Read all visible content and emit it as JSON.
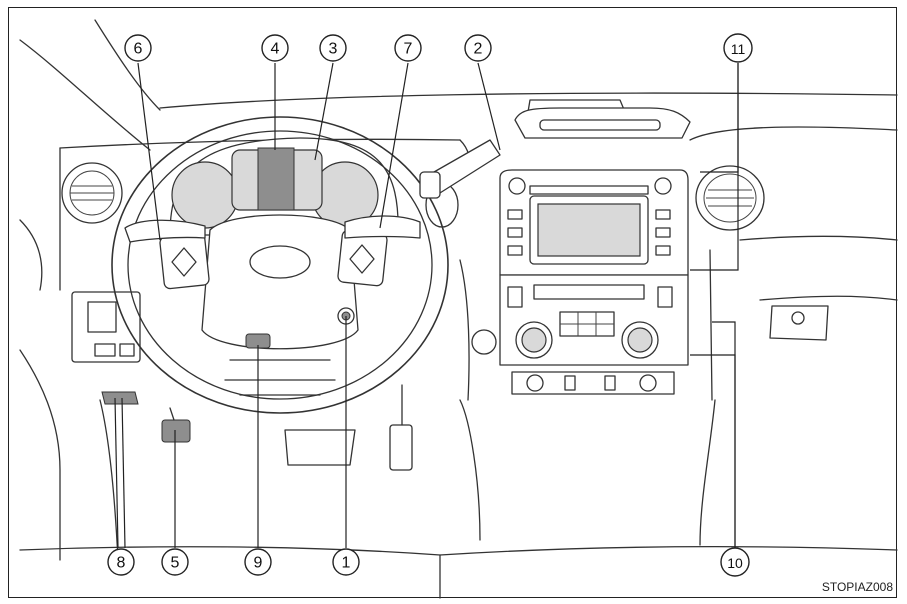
{
  "figure_code": "STOPIAZ008",
  "callouts": [
    "1",
    "2",
    "3",
    "4",
    "5",
    "6",
    "7",
    "8",
    "9",
    "10",
    "11"
  ]
}
